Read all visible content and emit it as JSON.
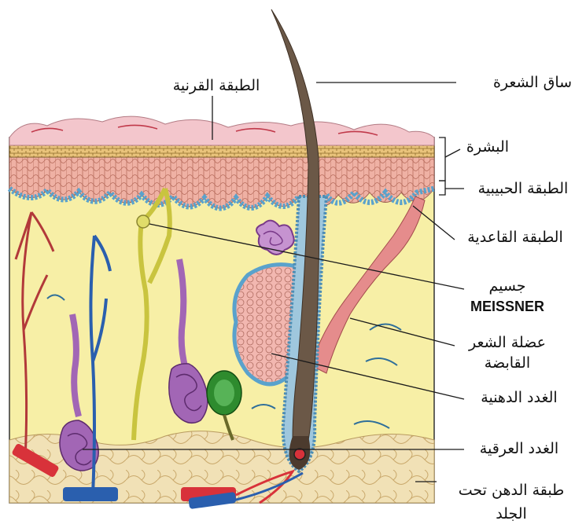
{
  "labels": {
    "hair_shaft": "ساق الشعرة",
    "stratum_corneum": "الطبقة القرنية",
    "epidermis": "البشرة",
    "granular_layer": "الطبقة الحبيبية",
    "basal_layer": "الطبقة القاعدية",
    "meissner_ar": "جسيم",
    "meissner_en": "MEISSNER",
    "arrector_1": "عضلة الشعر",
    "arrector_2": "القابضة",
    "sebaceous": "الغدد الدهنية",
    "sweat": "الغدد العرقية",
    "subcutaneous_1": "طبقة الدهن تحت",
    "subcutaneous_2": "الجلد"
  },
  "colors": {
    "dermis": "#f7efa6",
    "corneum": "#f3c6cc",
    "granular": "#e9c37b",
    "spinous": "#efb1a4",
    "basal": "#6fb0d6",
    "fat": "#f1e1b6",
    "hair": "#6b5847",
    "muscle": "#e58c8c",
    "sweat_gland": "#a266b5",
    "artery": "#d8323a",
    "vein": "#2a5fae",
    "nerve": "#c9c43f",
    "pacinian": "#2e8b2e"
  },
  "icons": {
    "cell_pattern": "cell-texture",
    "fat_pattern": "fat-lobule-texture"
  }
}
